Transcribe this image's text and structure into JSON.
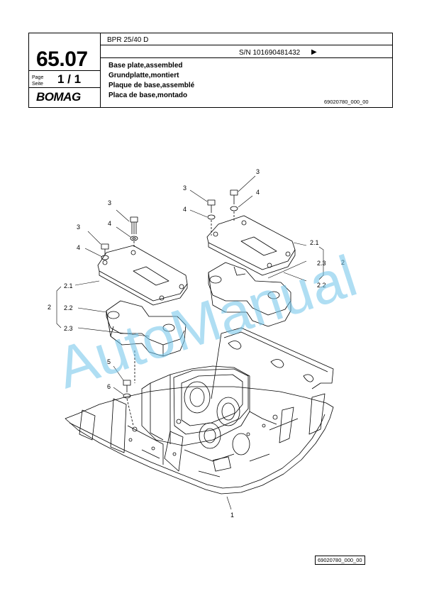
{
  "header": {
    "model": "BPR 25/40 D",
    "serial": "S/N 101690481432",
    "serial_arrow": "▶",
    "chapter": "65.07",
    "page_label_1": "Page",
    "page_label_2": "Seite",
    "page_number": "1 / 1",
    "brand": "BOMAG",
    "titles": [
      "Base plate,assembled",
      "Grundplatte,montiert",
      "Plaque de base,assemblé",
      "Placa de base,montado"
    ],
    "doc_ref": "69020780_000_00"
  },
  "callouts": {
    "c1": "1",
    "c2a": "2",
    "c2b": "2",
    "c21a": "2.1",
    "c21b": "2.1",
    "c22a": "2.2",
    "c22b": "2.2",
    "c23a": "2.3",
    "c23b": "2.3",
    "c3a": "3",
    "c3b": "3",
    "c3c": "3",
    "c3d": "3",
    "c4a": "4",
    "c4b": "4",
    "c4c": "4",
    "c4d": "4",
    "c5": "5",
    "c6": "6"
  },
  "watermark": "AutoManual",
  "figure_ref": "69020780_000_00",
  "colors": {
    "watermark": "#6fc4ea",
    "line": "#000000"
  }
}
